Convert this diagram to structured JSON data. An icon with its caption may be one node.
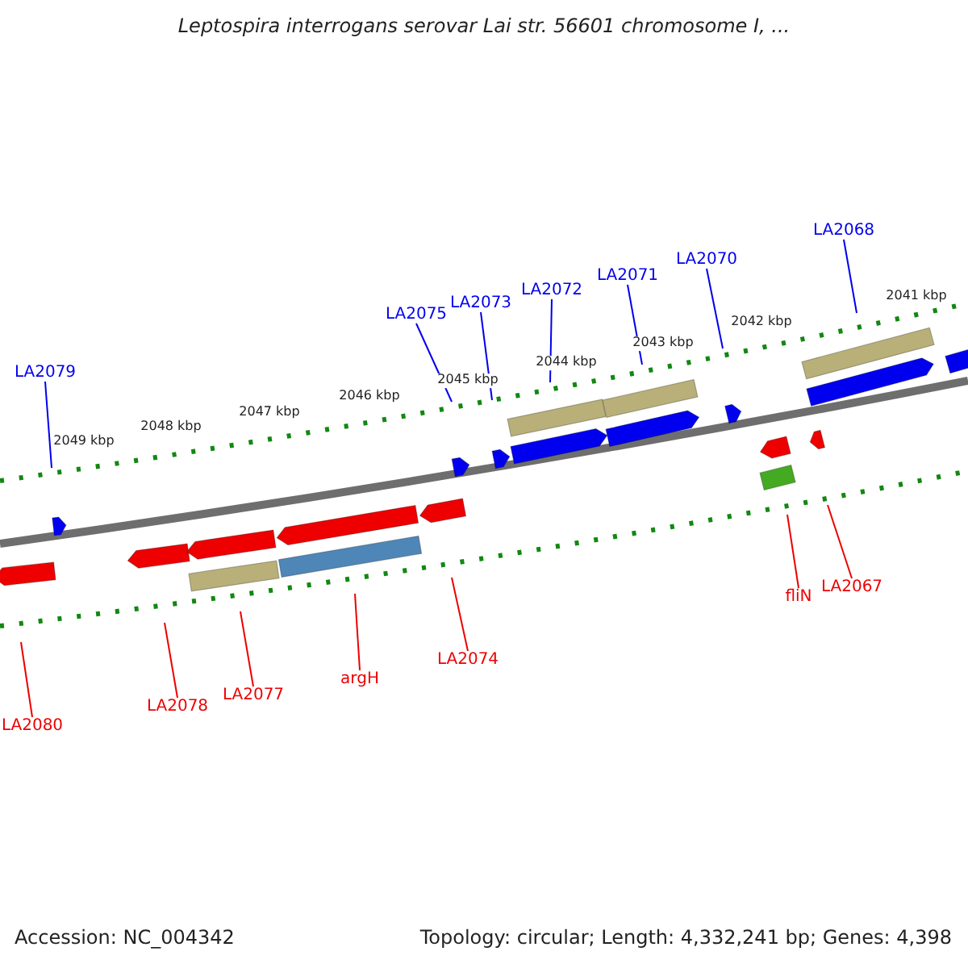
{
  "diagram": {
    "title": "Leptospira interrogans serovar Lai str. 56601 chromosome I, ...",
    "nodes": [
      {
        "text": [
          "LA2079"
        ]
      },
      {
        "text": [
          "LA2075"
        ]
      },
      {
        "text": [
          "LA2073"
        ]
      },
      {
        "text": [
          "LA2072"
        ]
      },
      {
        "text": [
          "LA2071"
        ]
      },
      {
        "text": [
          "LA2070"
        ]
      },
      {
        "text": [
          "LA2068"
        ]
      },
      {
        "text": [
          "LA2080"
        ]
      },
      {
        "text": [
          "LA2078"
        ]
      },
      {
        "text": [
          "LA2077"
        ]
      },
      {
        "text": [
          "argH"
        ]
      },
      {
        "text": [
          "LA2074"
        ]
      },
      {
        "text": [
          "fliN"
        ]
      },
      {
        "text": [
          "LA2067"
        ]
      }
    ],
    "edges": [
      {
        "from": 0,
        "to": null,
        "arrow": "none"
      },
      {
        "from": 1,
        "to": null,
        "arrow": "none"
      },
      {
        "from": 2,
        "to": null,
        "arrow": "none"
      },
      {
        "from": 3,
        "to": null,
        "arrow": "none"
      },
      {
        "from": 4,
        "to": null,
        "arrow": "none"
      },
      {
        "from": 5,
        "to": null,
        "arrow": "none"
      },
      {
        "from": 6,
        "to": null,
        "arrow": "none"
      },
      {
        "from": 7,
        "to": null,
        "arrow": "none",
        "color": "#ee0000"
      },
      {
        "from": 8,
        "to": null,
        "arrow": "none",
        "color": "#ee0000"
      },
      {
        "from": 9,
        "to": null,
        "arrow": "none",
        "color": "#ee0000"
      },
      {
        "from": 10,
        "to": null,
        "arrow": "none",
        "color": "#ee0000"
      },
      {
        "from": 11,
        "to": null,
        "arrow": "none",
        "color": "#ee0000"
      },
      {
        "from": 12,
        "to": null,
        "arrow": "none",
        "color": "#ee0000"
      },
      {
        "from": 13,
        "to": null,
        "arrow": "none",
        "color": "#ee0000"
      }
    ],
    "labels": [
      "2049 kbp",
      "2048 kbp",
      "2047 kbp",
      "2046 kbp",
      "2045 kbp",
      "2044 kbp",
      "2043 kbp",
      "2042 kbp",
      "2041 kbp",
      "Accession: NC_004342",
      "Topology: circular; Length: 4,332,241 bp; Genes: 4,398"
    ]
  }
}
